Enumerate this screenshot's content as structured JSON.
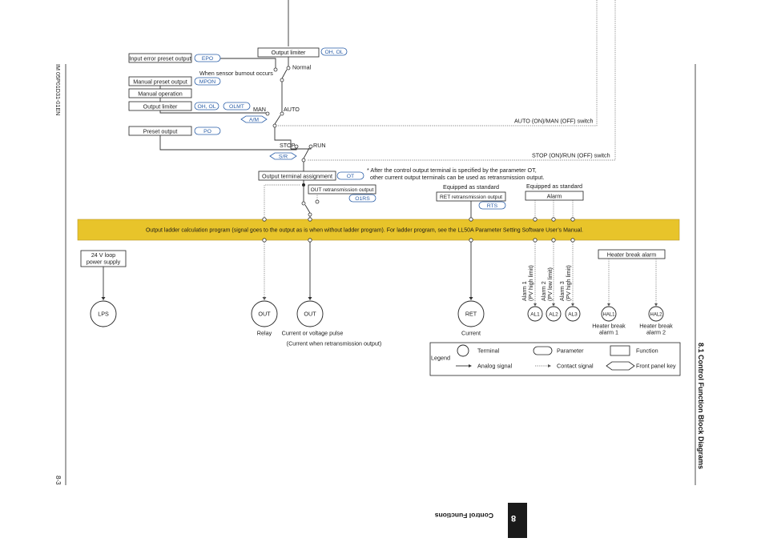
{
  "side": {
    "doc_id": "IM 05P01D31-01EN",
    "page_num": "8-3",
    "chapter_title": "8.1  Control Function Block Diagrams",
    "tab_number": "8",
    "tab_text": "Control Functions"
  },
  "functions": {
    "input_error_preset": "Input error preset output",
    "manual_preset": "Manual preset output",
    "manual_operation": "Manual operation",
    "output_limiter_left": "Output limiter",
    "output_limiter_top": "Output limiter",
    "preset_output": "Preset output",
    "output_terminal_assignment": "Output terminal assignment",
    "out_retrans_output": "OUT retransmission output",
    "ret_retrans_output": "RET retransmission output",
    "alarm": "Alarm",
    "heater_break_alarm": "Heater break alarm",
    "loop_power_l1": "24 V loop",
    "loop_power_l2": "power supply"
  },
  "params": {
    "epo": "EPO",
    "mpon": "MPON",
    "oh_ol_left": "OH, OL",
    "olmt": "OLMT",
    "oh_ol_top": "OH, OL",
    "po": "PO",
    "ot": "OT",
    "o1rs": "O1RS",
    "rts": "RTS"
  },
  "keys": {
    "am": "A/M",
    "sr": "S/R"
  },
  "labels": {
    "when_burnout": "When sensor burnout occurs",
    "normal": "Normal",
    "man": "MAN",
    "auto": "AUTO",
    "stop": "STOP",
    "run": "RUN",
    "auto_man_switch": "AUTO (ON)/MAN (OFF) switch",
    "stop_run_switch": "STOP (ON)/RUN (OFF) switch",
    "note_l1": "* After the control output terminal is specified by the parameter OT,",
    "note_l2": "other current output terminals can be used as retransmission output.",
    "equipped_std_1": "Equipped as standard",
    "equipped_std_2": "Equipped as standard",
    "ladder_banner": "Output ladder calculation program (signal goes to the output as is when without ladder program).   For ladder program, see the LL50A Parameter Setting Software User’s Manual.",
    "alarm1_l1": "Alarm 1",
    "alarm1_l2": "(PV high limit)",
    "alarm2_l1": "Alarm 2",
    "alarm2_l2": "(PV low limit)",
    "alarm3_l1": "Alarm 3",
    "alarm3_l2": "(PV high limit)",
    "relay": "Relay",
    "current_or_voltage": "Current or voltage pulse",
    "when_retrans": "(Current when retransmission output)",
    "current": "Current",
    "heater_break_alarm1_l1": "Heater break",
    "heater_break_alarm1_l2": "alarm 1",
    "heater_break_alarm2_l1": "Heater break",
    "heater_break_alarm2_l2": "alarm 2"
  },
  "terminals": {
    "lps": "LPS",
    "out_relay": "OUT",
    "out_current": "OUT",
    "ret": "RET",
    "al1": "AL1",
    "al2": "AL2",
    "al3": "AL3",
    "hal1": "HAL1",
    "hal2": "HAL2"
  },
  "legend": {
    "title": "Legend",
    "terminal": "Terminal",
    "parameter": "Parameter",
    "function": "Function",
    "analog_signal": "Analog signal",
    "contact_signal": "Contact signal",
    "front_panel_key": "Front panel key"
  },
  "colors": {
    "banner": "#e8c42a",
    "parameter_text": "#2a5ea8",
    "tab": "#1a1a1a"
  }
}
